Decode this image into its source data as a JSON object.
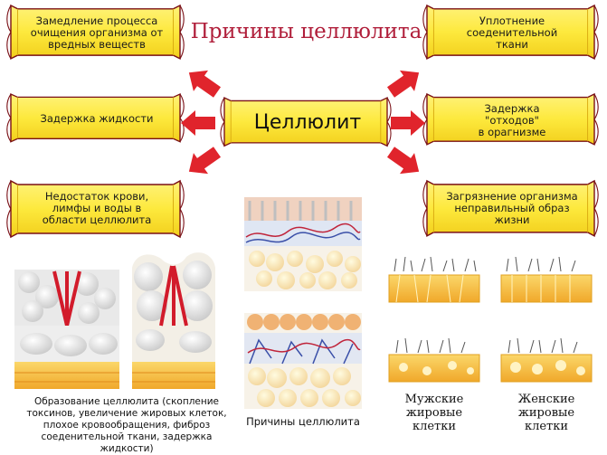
{
  "title": "Причины целлюлита",
  "center_label": "Целлюлит",
  "left_scrolls": [
    "Замедление процесса\nочищения организма от\nвредных веществ",
    "Задержка жидкости",
    "Недостаток крови,\nлимфы и воды в\nобласти целлюлита"
  ],
  "right_scrolls": [
    "Уплотнение\nсоеденительной\nткани",
    "Задержка\n\"отходов\"\nв орагнизме",
    "Загрязнение организма\nнеправильный образ\nжизни"
  ],
  "formation_caption": "Образование целлюлита (скопление токсинов, увеличение жировых клеток, плохое кровообращения, фиброз соеденительной ткани, задержка жидкости)",
  "causes_caption": "Причины целлюлита",
  "male_caption": "Мужские\nжировые\nклетки",
  "female_caption": "Женские\nжировые\nклетки",
  "colors": {
    "scroll_fill": "#fde93d",
    "scroll_edge": "#7a1016",
    "arrow": "#e0242c",
    "title": "#b01e3a",
    "fat_layer": "#f6c33a"
  },
  "icons": [
    "scroll-banner",
    "arrow-icon",
    "skin-cross-section",
    "fat-cells-illustration"
  ]
}
